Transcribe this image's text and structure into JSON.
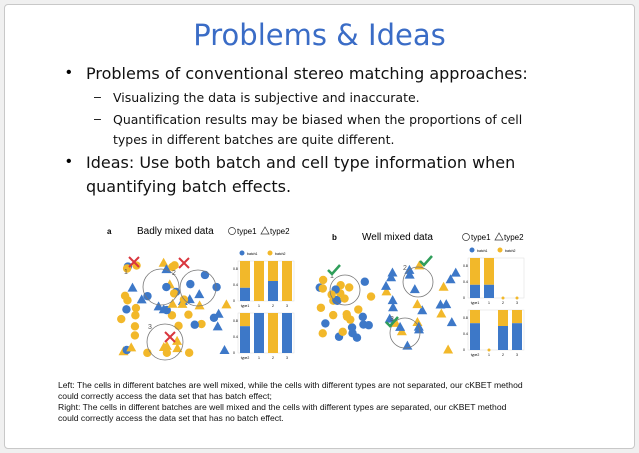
{
  "title": "Problems & Ideas",
  "bullets": [
    {
      "text": "Problems of conventional stereo matching approaches:",
      "sub": [
        "Visualizing the data is subjective and inaccurate.",
        "Quantification results may be biased when the proportions of cell",
        "types in different batches are quite different."
      ]
    },
    {
      "text": "Ideas: Use both batch and cell type information when",
      "text2": "quantifying batch effects."
    }
  ],
  "figure": {
    "panel_a": {
      "label": "a",
      "title": "Badly mixed data",
      "legend1": "type1",
      "legend2": "type2",
      "batch1": "batch1",
      "batch2": "batch2",
      "top_axis": [
        "type1",
        "1",
        "2",
        "3"
      ],
      "bottom_axis": [
        "type2",
        "1",
        "2",
        "3"
      ],
      "top_batch1_fraction": [
        0.33,
        0,
        0.5,
        0
      ],
      "bottom_batch1_fraction": [
        0.67,
        1,
        0,
        1
      ],
      "circles": [
        "1",
        "2",
        "3"
      ]
    },
    "panel_b": {
      "label": "b",
      "title": "Well mixed data",
      "legend1": "type1",
      "legend2": "type2",
      "batch1": "batch1",
      "batch2": "batch2",
      "top_axis": [
        "type1",
        "1",
        "2",
        "3"
      ],
      "bottom_axis": [
        "type2",
        "1",
        "2",
        "3"
      ],
      "top_batch1_fraction": [
        0.33,
        0.33,
        null,
        null
      ],
      "bottom_batch1_fraction": [
        0.67,
        null,
        0.6,
        0.67
      ],
      "circles": [
        "1",
        "2",
        "3"
      ]
    },
    "colors": {
      "batch1": "#3d78c8",
      "batch2": "#f2b82a",
      "cross": "#d9363e",
      "check": "#2f9e5a"
    }
  },
  "caption": [
    "Left: The cells in different batches are well mixed, while the cells with different types are not separated, our cKBET method",
    "could correctly access the data set that has batch effect;",
    "Right: The cells in different batches are well mixed and the cells with different types are separated, our cKBET method",
    "could correctly access the data set that has no batch effect."
  ]
}
